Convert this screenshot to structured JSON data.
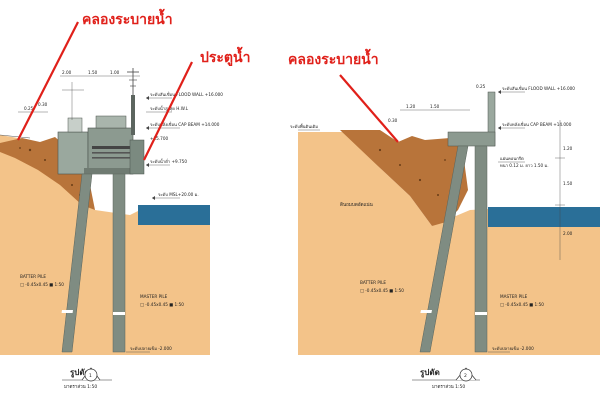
{
  "annotations": {
    "left_canal": "คลองระบายน้ำ",
    "left_gate": "ประตูน้ำ",
    "right_canal": "คลองระบายน้ำ"
  },
  "colors": {
    "annotation_red": "#e0201a",
    "sand": "#f3c389",
    "fill_soil": "#b8743a",
    "water": "#2a6f98",
    "concrete": "#8c9a90",
    "pile": "#7f8c82",
    "background": "#ffffff"
  },
  "section1": {
    "title": "รูปตัด",
    "number": "1",
    "scale": "มาตราส่วน 1:50",
    "labels": {
      "flood_wall": "ระดับสันเขื่อน FLOOD WALL +16.000",
      "cap_beam": "ระดับหลังเขื่อน CAP BEAM +14.000",
      "hwl": "ระดับน้ำสูงสุด H.W.L",
      "gate_level": "+15.700",
      "low_water": "ระดับน้ำต่ำ +9.750",
      "mean_water": "ระดับ MSL+20.00 ม.",
      "batter_pile": "BATTER PILE",
      "batter_pile_size": "□ -0.45x0.45 ■ 1:50",
      "master_pile": "MASTER PILE",
      "master_pile_size": "□ -0.45x0.45 ■ 1:50",
      "pile_tip": "ระดับปลายเข็ม -2.000",
      "dim_1": "1.50",
      "dim_2": "2.00",
      "dim_3": "1.00",
      "dim_4": "0.25",
      "dim_5": "0.30"
    }
  },
  "section2": {
    "title": "รูปตัด",
    "number": "2",
    "scale": "มาตราส่วน 1:50",
    "labels": {
      "flood_wall": "ระดับสันเขื่อน FLOOD WALL +16.000",
      "cap_beam": "ระดับหลังเขื่อน CAP BEAM +14.000",
      "ground_left": "ระดับพื้นดินเดิม",
      "sheet_pile": "แผ่นคอนกรีต",
      "sheet_pile_size": "หนา 0.12 ม. ยาว 1.50 ม.",
      "fill_soil": "ดินถมบดอัดแน่น",
      "batter_pile": "BATTER PILE",
      "batter_pile_size": "□ -0.45x0.45 ■ 1:50",
      "master_pile": "MASTER PILE",
      "master_pile_size": "□ -0.45x0.45 ■ 1:50",
      "pile_tip": "ระดับปลายเข็ม -2.000",
      "dim_1": "1.50",
      "dim_2": "1.20",
      "dim_3": "0.25",
      "dim_4": "0.30",
      "dim_5": "1.20",
      "dim_6": "1.50",
      "dim_7": "2.00"
    }
  }
}
